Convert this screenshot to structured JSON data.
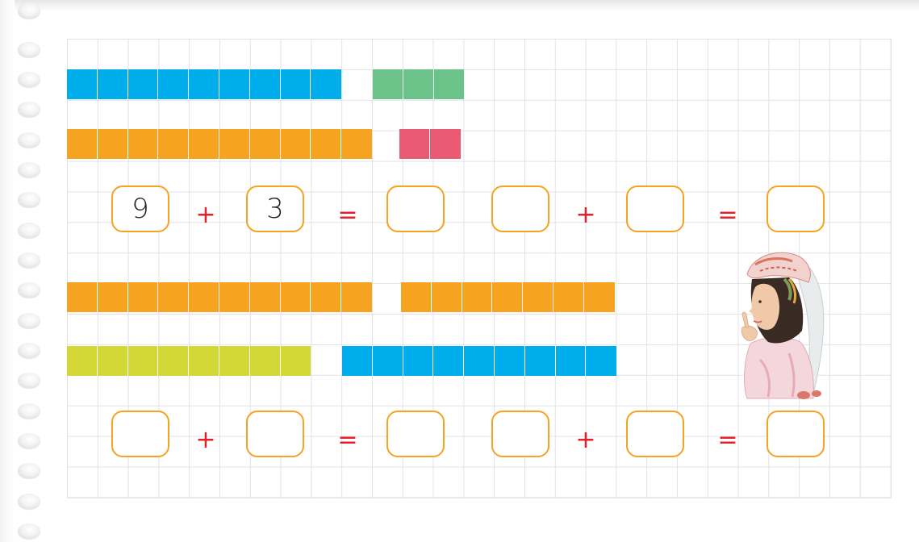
{
  "colors": {
    "blue": "#00adeb",
    "green": "#6cc389",
    "orange": "#f5a321",
    "red": "#ea5b73",
    "lime": "#d4d837",
    "box_border": "#f5a321",
    "operator": "#e5202a"
  },
  "bar_rows": [
    {
      "segments": [
        {
          "color": "blue",
          "count": 9
        },
        {
          "color": "green",
          "count": 3
        }
      ]
    },
    {
      "segments": [
        {
          "color": "orange",
          "count": 10
        },
        {
          "color": "red",
          "count": 2
        }
      ]
    },
    {
      "segments": [
        {
          "color": "orange",
          "count": 10
        },
        {
          "color": "orange",
          "count": 7
        }
      ]
    },
    {
      "segments": [
        {
          "color": "lime",
          "count": 8
        },
        {
          "color": "blue",
          "count": 9
        }
      ]
    }
  ],
  "equations": [
    {
      "left": {
        "a": "9",
        "op": "+",
        "b": "3",
        "eq": "=",
        "result": ""
      },
      "right": {
        "a": "",
        "op": "+",
        "b": "",
        "eq": "=",
        "result": ""
      }
    },
    {
      "left": {
        "a": "",
        "op": "+",
        "b": "",
        "eq": "=",
        "result": ""
      },
      "right": {
        "a": "",
        "op": "+",
        "b": "",
        "eq": "=",
        "result": ""
      }
    }
  ],
  "illustration": "girl-thinking-icon"
}
